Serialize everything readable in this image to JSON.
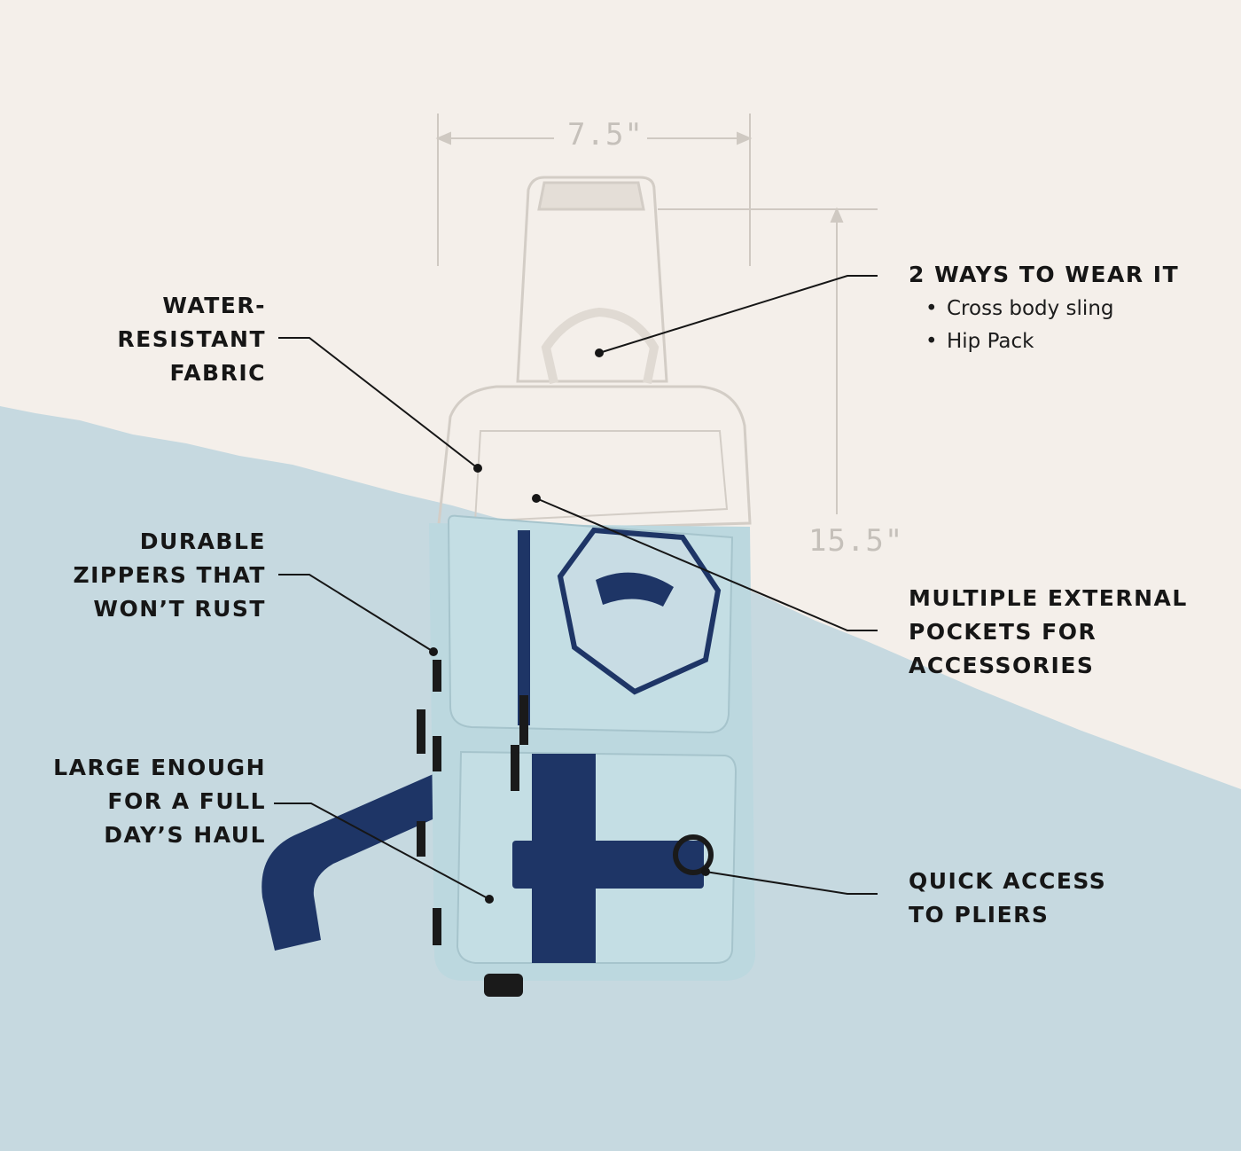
{
  "dimensions": {
    "width_label": "7.5\"",
    "height_label": "15.5\""
  },
  "callouts": {
    "fabric": [
      "WATER-",
      "RESISTANT",
      "FABRIC"
    ],
    "zippers": [
      "DURABLE",
      "ZIPPERS THAT",
      "WON’T RUST"
    ],
    "capacity": [
      "LARGE ENOUGH",
      "FOR A FULL",
      "DAY’S HAUL"
    ],
    "wear": {
      "title": "2 WAYS TO WEAR IT",
      "bullets": [
        "Cross body sling",
        "Hip Pack"
      ]
    },
    "pockets": [
      "MULTIPLE EXTERNAL",
      "POCKETS FOR",
      "ACCESSORIES"
    ],
    "pliers": [
      "QUICK ACCESS",
      "TO PLIERS"
    ]
  },
  "colors": {
    "background_top": "#f4efea",
    "background_bottom": "#c6d9e0",
    "bag_body": "#bcd8df",
    "bag_accent": "#1e3566",
    "sketch_line": "#cfc9c2",
    "text": "#161616"
  }
}
